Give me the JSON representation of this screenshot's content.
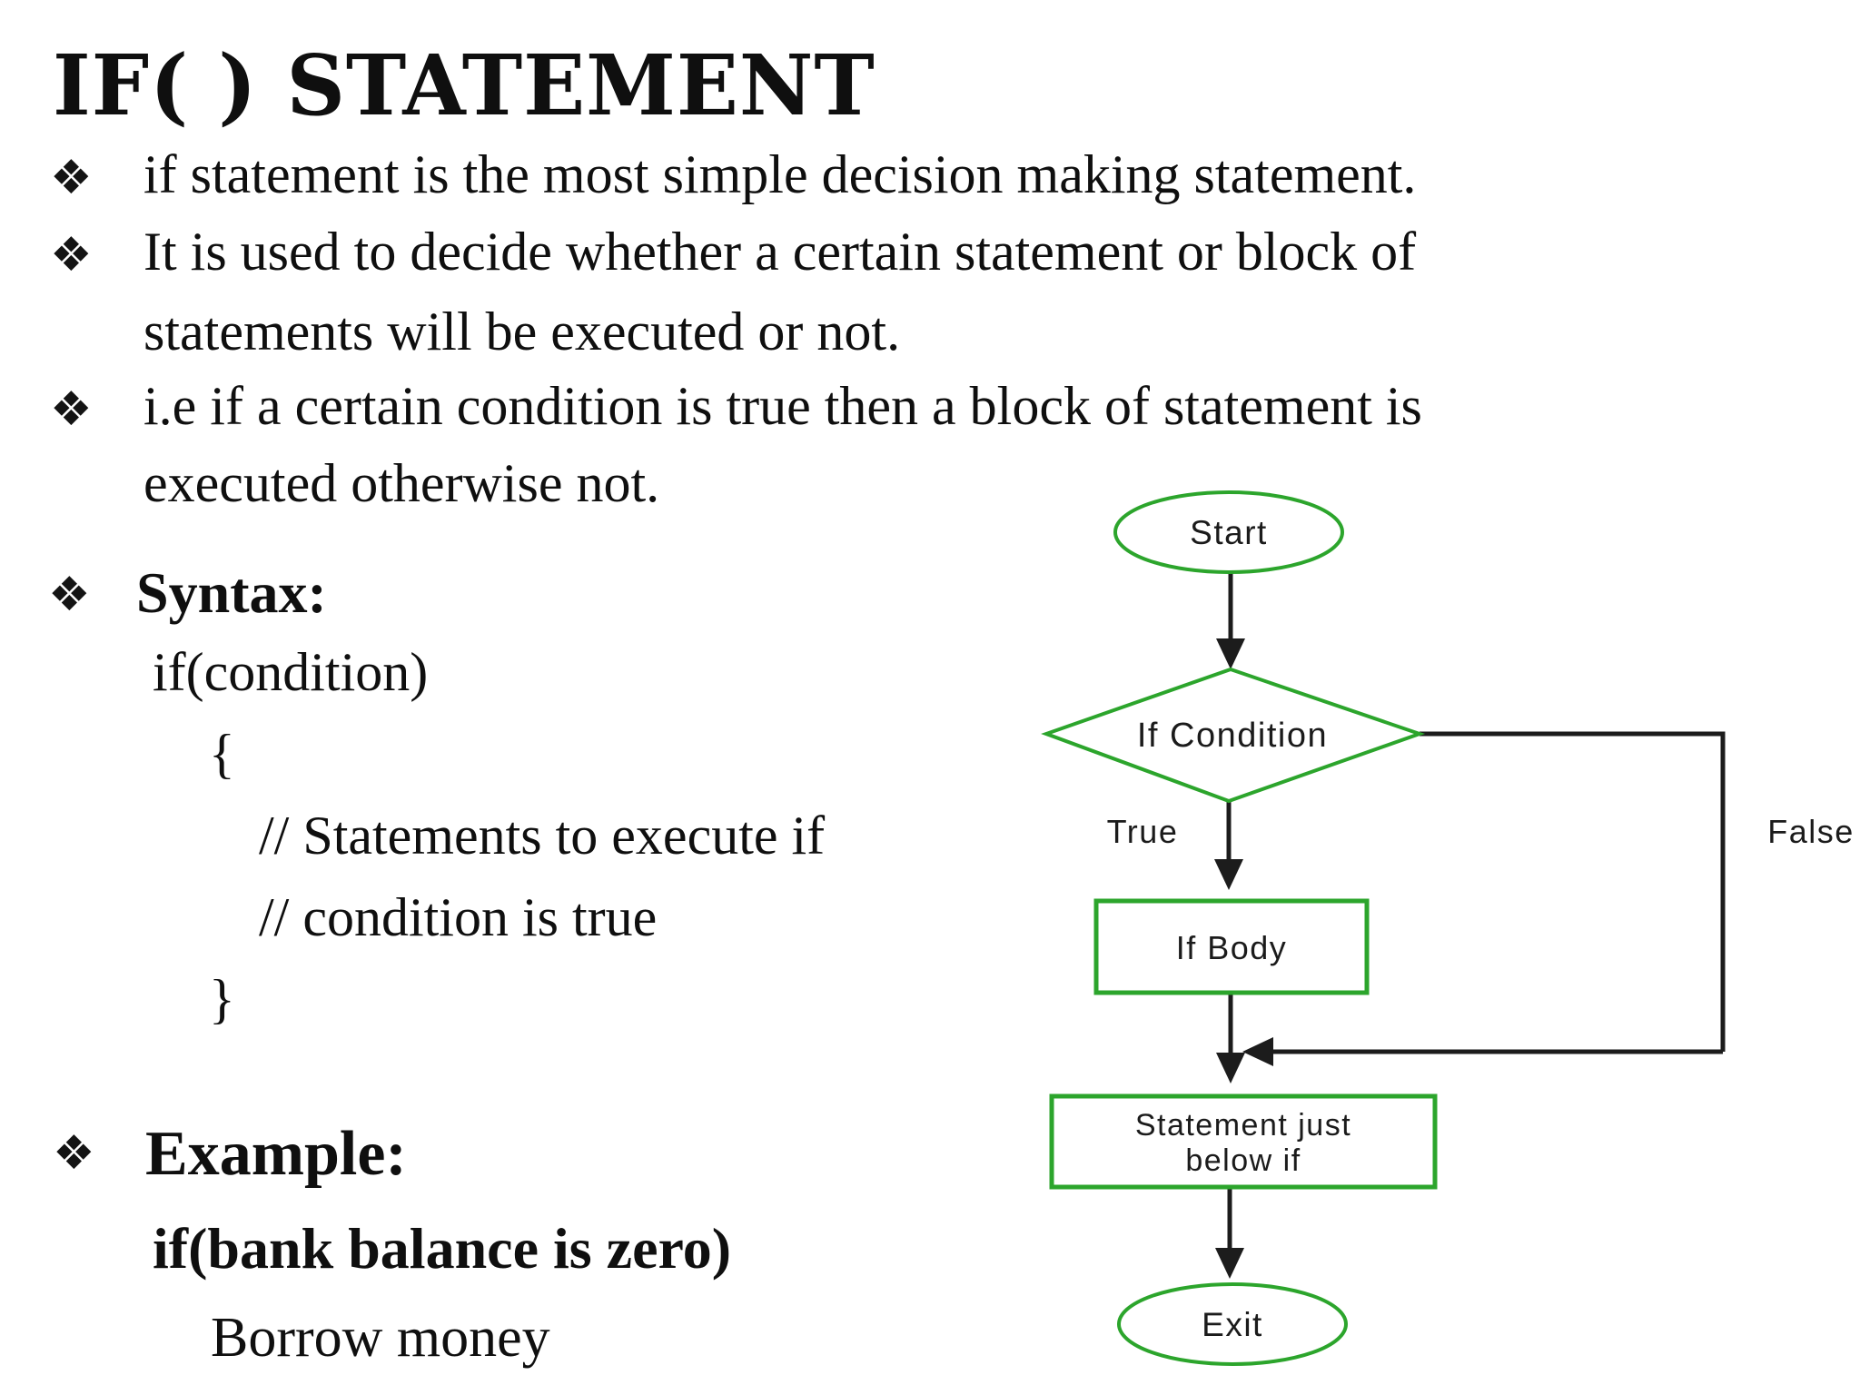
{
  "title": "IF( ) STATEMENT",
  "bullet_marker": "❖",
  "bullets": {
    "b1": "if statement is the most simple decision making statement.",
    "b2_line1": "It is used to decide whether a certain statement or block of",
    "b2_line2": "statements will be executed or not.",
    "b3_line1": "i.e if a certain condition is true then a block of statement is",
    "b3_line2": "executed otherwise not.",
    "syntax_label": "Syntax:",
    "example_label": "Example:"
  },
  "code": {
    "line1": "if(condition)",
    "line2": "{",
    "line3": "// Statements to execute if",
    "line4": "// condition is true",
    "line5": "}"
  },
  "example": {
    "condition": "if(bank balance is zero)",
    "action": "Borrow money"
  },
  "flowchart": {
    "start_label": "Start",
    "condition_label": "If Condition",
    "true_label": "True",
    "false_label": "False",
    "if_body_label": "If Body",
    "statement_line1": "Statement just",
    "statement_line2": "below if",
    "exit_label": "Exit",
    "colors": {
      "shape_stroke": "#2ca52c",
      "connector": "#1c1c1c",
      "label_text": "#1b1b1b"
    }
  }
}
